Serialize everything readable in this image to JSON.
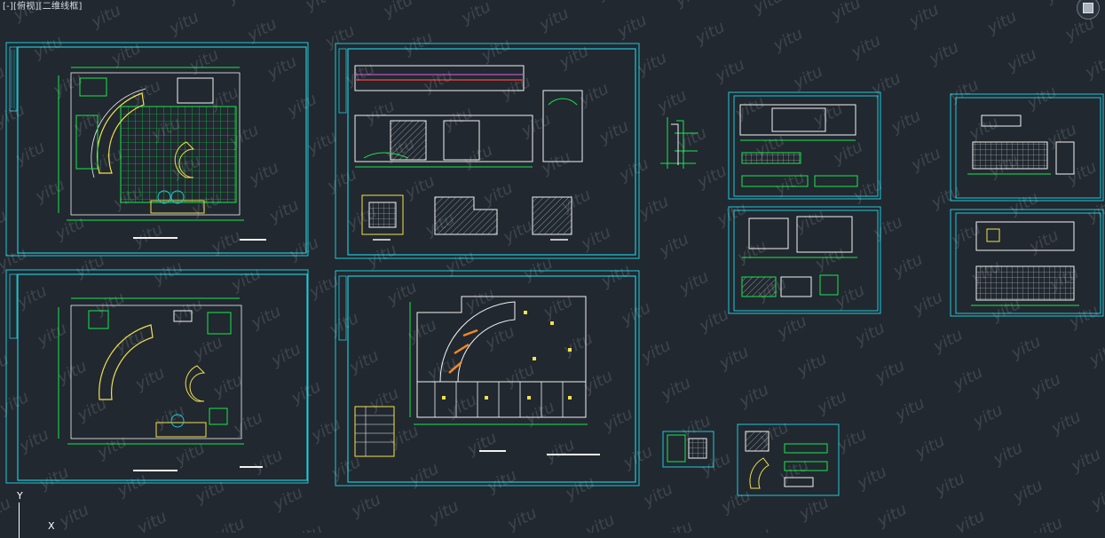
{
  "viewport": {
    "label": "[-][俯视][二维线框]",
    "viewcube_icon": "viewcube-icon",
    "background": "#212830"
  },
  "ucs": {
    "y_label": "Y",
    "x_label": "X"
  },
  "colors": {
    "sheet_border": "#20c8d8",
    "green": "#16e84a",
    "yellow": "#f2e24a",
    "white": "#f2f2f2",
    "magenta": "#e060e0",
    "orange": "#f08a26",
    "red": "#e43a3a"
  },
  "watermark": "yitu"
}
